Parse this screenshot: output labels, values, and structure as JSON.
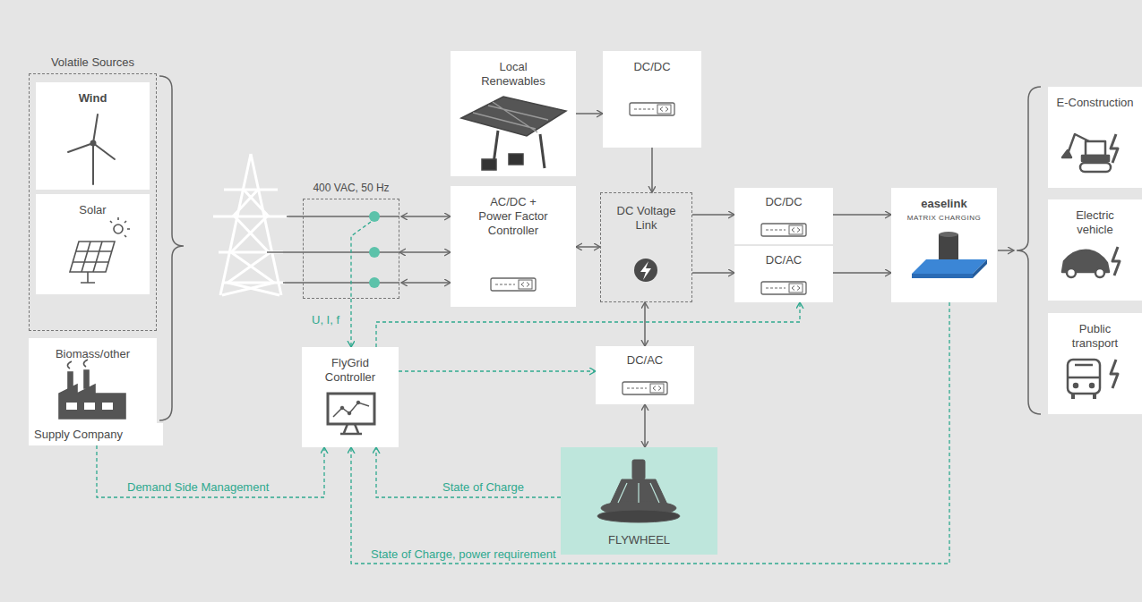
{
  "diagram": {
    "nodes": [
      {
        "text": [
          "Volatile Sources"
        ]
      },
      {
        "text": [
          "Wind"
        ],
        "in": 0
      },
      {
        "text": [
          "Solar"
        ],
        "in": 0
      },
      {
        "text": [
          "Biomass/other"
        ]
      },
      {
        "text": [
          "Supply Company"
        ]
      },
      {
        "text": [
          "400 VAC, 50 Hz"
        ]
      },
      {
        "text": [
          "Local Renewables"
        ]
      },
      {
        "text": [
          "DC/DC"
        ]
      },
      {
        "text": [
          "AC/DC + Power Factor Controller"
        ]
      },
      {
        "text": [
          "DC Voltage Link"
        ]
      },
      {
        "text": [
          "DC/DC"
        ]
      },
      {
        "text": [
          "DC/AC"
        ]
      },
      {
        "text": [
          "easelink",
          "MATRIX CHARGING"
        ]
      },
      {
        "text": [
          "E-Construction"
        ]
      },
      {
        "text": [
          "Electric vehicle"
        ]
      },
      {
        "text": [
          "Public transport"
        ]
      },
      {
        "text": [
          "FlyGrid Controller"
        ]
      },
      {
        "text": [
          "DC/AC"
        ]
      },
      {
        "text": [
          "FLYWHEEL"
        ]
      }
    ],
    "edges": [
      {
        "from": 5,
        "to": 8,
        "arrow": "both"
      },
      {
        "from": 6,
        "to": 7,
        "arrow": "to"
      },
      {
        "from": 7,
        "to": 9,
        "arrow": "to"
      },
      {
        "from": 8,
        "to": 9,
        "arrow": "both"
      },
      {
        "from": 9,
        "to": 10,
        "arrow": "to"
      },
      {
        "from": 9,
        "to": 11,
        "arrow": "to"
      },
      {
        "from": 10,
        "to": 12,
        "arrow": "to"
      },
      {
        "from": 11,
        "to": 12,
        "arrow": "to"
      },
      {
        "from": 9,
        "to": 17,
        "arrow": "both"
      },
      {
        "from": 17,
        "to": 18,
        "arrow": "both"
      },
      {
        "from": 5,
        "to": 16,
        "label": "U, I, f",
        "arrow": "to"
      },
      {
        "from": 16,
        "to": 17,
        "arrow": "to"
      },
      {
        "from": 16,
        "to": 11,
        "arrow": "to"
      },
      {
        "from": 4,
        "to": 16,
        "label": "Demand Side Management",
        "arrow": "to"
      },
      {
        "from": 18,
        "to": 16,
        "label": "State of Charge",
        "arrow": "to"
      },
      {
        "from": 12,
        "to": 16,
        "label": "State of Charge, power requirement",
        "arrow": "to"
      }
    ]
  }
}
